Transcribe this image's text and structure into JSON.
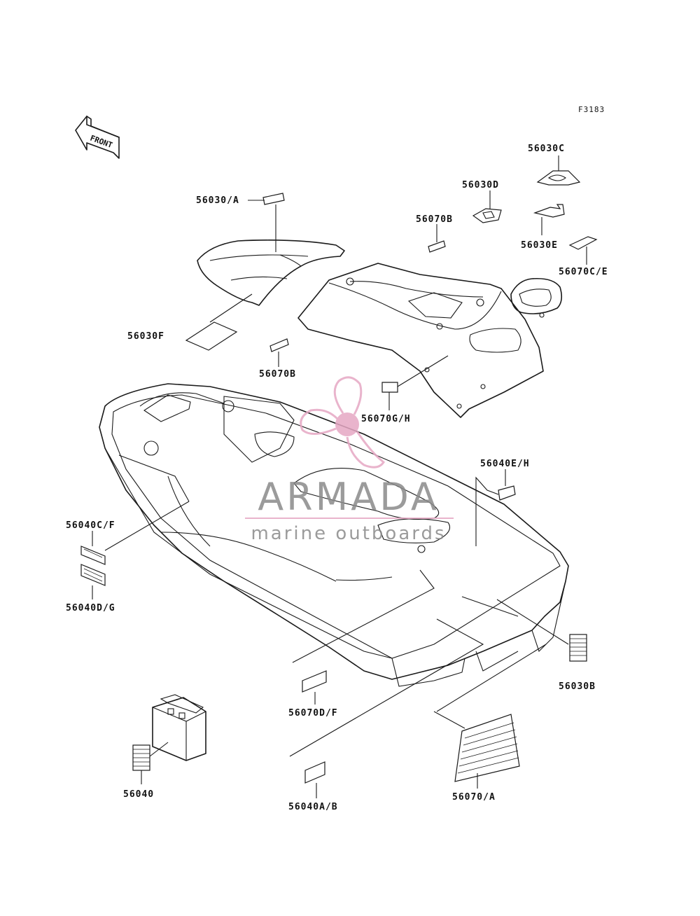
{
  "figure_code": "F3183",
  "front_arrow_text": "FRONT",
  "labels": {
    "p56030A": "56030/A",
    "p56030F": "56030F",
    "p56070B_upper": "56070B",
    "p56070B_lower": "56070B",
    "p56030C": "56030C",
    "p56030D": "56030D",
    "p56030E": "56030E",
    "p56070CE": "56070C/E",
    "p56070GH": "56070G/H",
    "p56040EH": "56040E/H",
    "p56040CF": "56040C/F",
    "p56040DG": "56040D/G",
    "p56030B": "56030B",
    "p56070DF": "56070D/F",
    "p56040": "56040",
    "p56040AB": "56040A/B",
    "p56070A": "56070/A"
  },
  "watermark": {
    "brand": "ARMADA",
    "tagline": "marine outboards",
    "logo": "propeller-logo",
    "color": "#e6a8c4"
  }
}
